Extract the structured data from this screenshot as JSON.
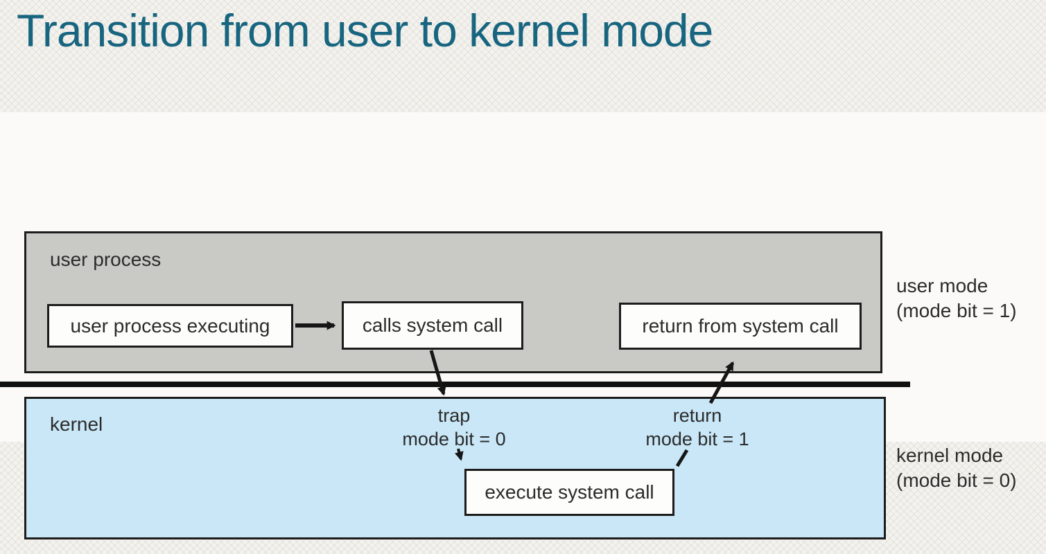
{
  "slide": {
    "title": "Transition from user to kernel mode"
  },
  "diagram": {
    "regions": {
      "user_process": {
        "label": "user process"
      },
      "kernel": {
        "label": "kernel"
      }
    },
    "boxes": {
      "user_process_executing": {
        "label": "user process executing"
      },
      "calls_system_call": {
        "label": "calls system call"
      },
      "return_from_system_call": {
        "label": "return from system call"
      },
      "execute_system_call": {
        "label": "execute system call"
      }
    },
    "annotations": {
      "trap_line1": "trap",
      "trap_line2": "mode bit = 0",
      "return_line1": "return",
      "return_line2": "mode bit = 1"
    },
    "side_labels": {
      "user_mode_line1": "user mode",
      "user_mode_line2": "(mode bit = 1)",
      "kernel_mode_line1": "kernel mode",
      "kernel_mode_line2": "(mode bit = 0)"
    },
    "colors": {
      "title_text": "#186580",
      "user_region_fill": "#c9cac6",
      "kernel_region_fill": "#c9e7f7",
      "line": "#161616",
      "node_fill": "#fdfdfb"
    }
  }
}
